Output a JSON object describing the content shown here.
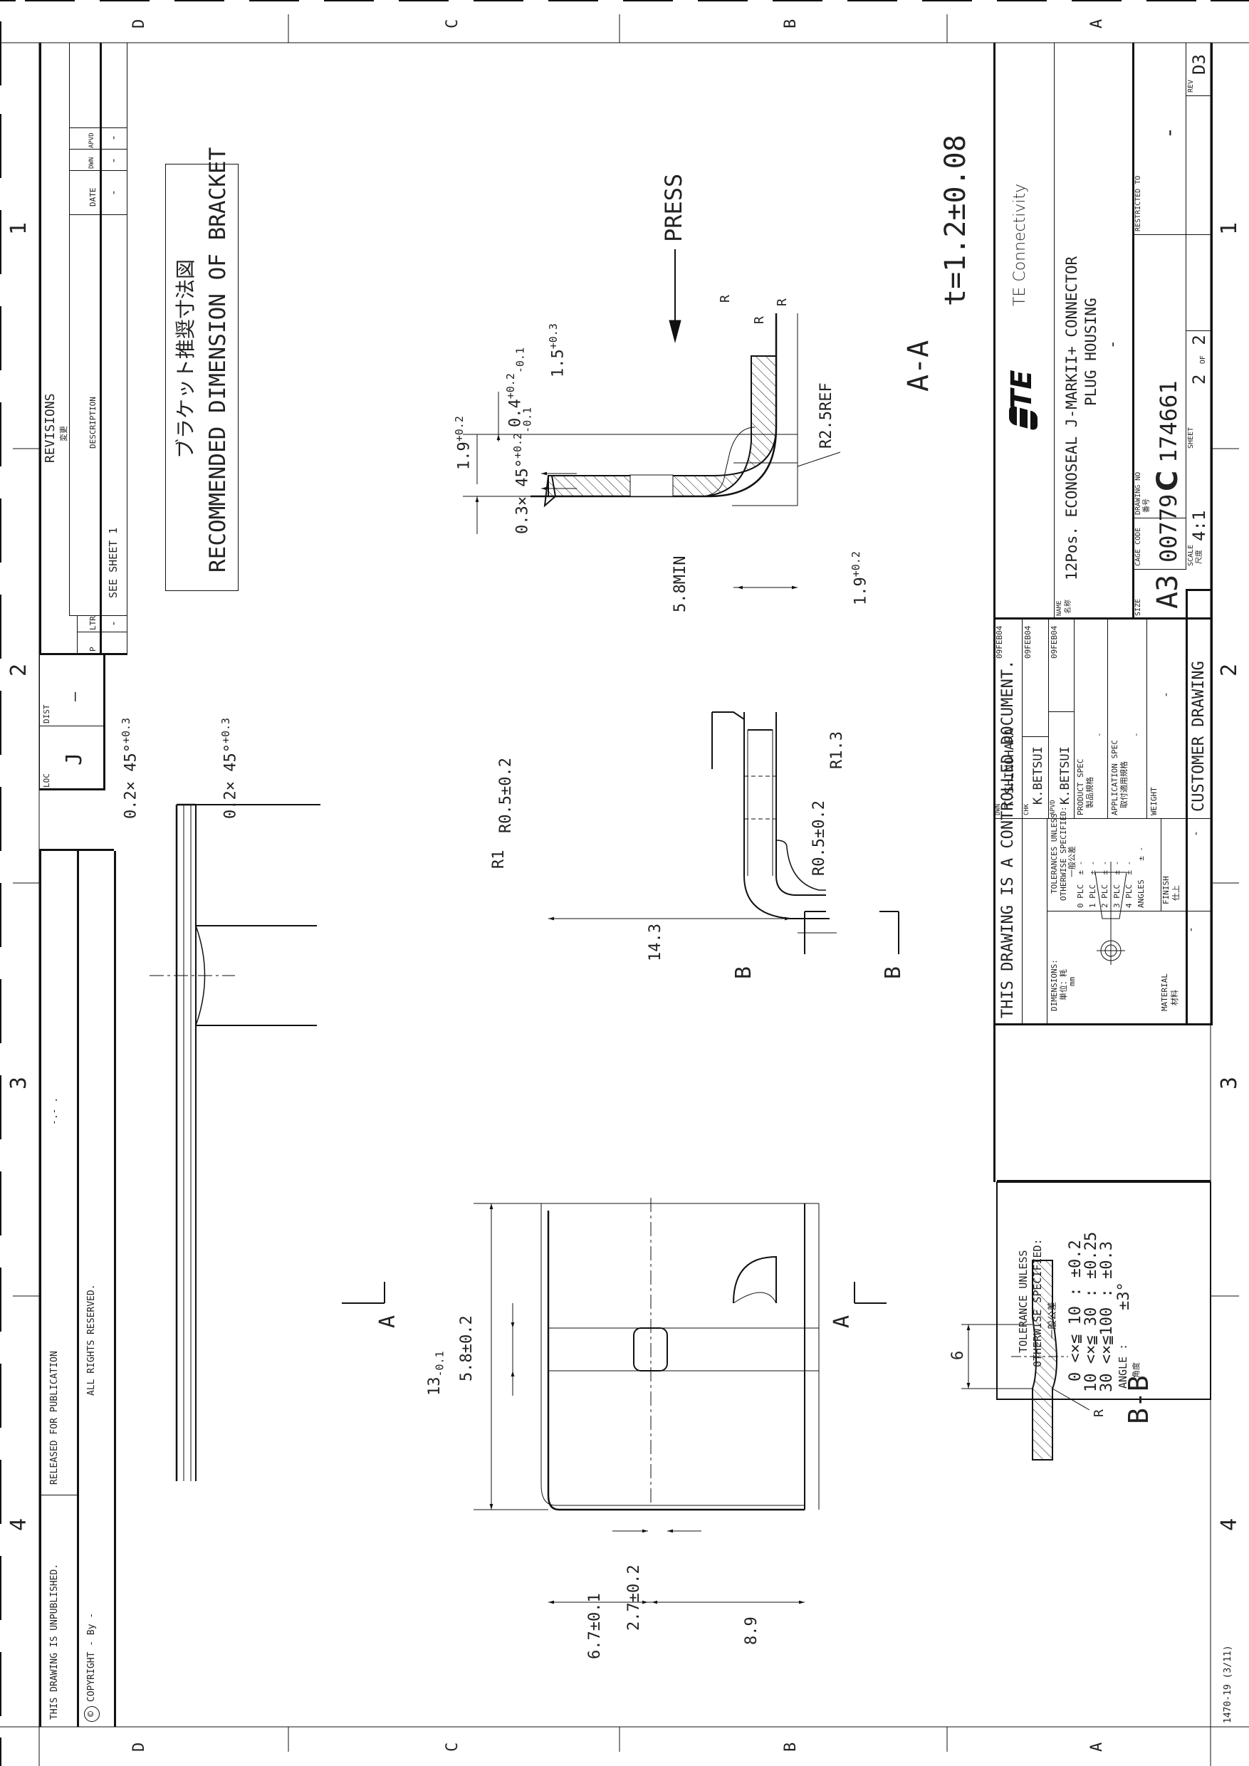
{
  "sheet": {
    "zones_horizontal": [
      "4",
      "3",
      "2",
      "1"
    ],
    "zones_vertical": [
      "D",
      "C",
      "B",
      "A"
    ],
    "form_number": "1470-19 (3/11)"
  },
  "copyright_block": {
    "unpublished": "THIS DRAWING IS UNPUBLISHED.",
    "copyright": "COPYRIGHT  -   By -",
    "released": "RELEASED FOR PUBLICATION",
    "released_value": "-.-  .",
    "rights": "ALL RIGHTS RESERVED."
  },
  "loc_dist": {
    "loc_label": "LOC",
    "loc_value": "J",
    "dist_label": "DIST",
    "dist_value": "—"
  },
  "revisions": {
    "title": "REVISIONS",
    "title_jp": "変更",
    "headers": {
      "p": "P",
      "ltr": "LTR",
      "description": "DESCRIPTION",
      "date": "DATE",
      "dwn": "DWN",
      "apvd": "APVD"
    },
    "rows": [
      {
        "p": "",
        "ltr": "-",
        "description": "SEE SHEET 1",
        "date": "-",
        "dwn": "-",
        "apvd": "-"
      }
    ]
  },
  "note": {
    "jp": "ブラケット推奨寸法図",
    "en": "RECOMMENDED DIMENSION OF BRACKET"
  },
  "section_aa": {
    "label": "A-A",
    "press": "PRESS",
    "thickness": "t=1.2±0.08",
    "dims": {
      "d1": "1.9",
      "d1_tol_upper": "+0.2",
      "d1_tol_lower": "0",
      "d2": "0.4",
      "d2_tol_upper": "+0.2",
      "d2_tol_lower": "-0.1",
      "d3": "1.5",
      "d3_tol_upper": "+0.3",
      "d3_tol_lower": "0",
      "chamfer": "0.3× 45°",
      "chamfer_tol_upper": "+0.2",
      "chamfer_tol_lower": "-0.1",
      "r1": "R",
      "r2": "R",
      "r3": "R",
      "r_ref": "R2.5REF",
      "min": "5.8MIN",
      "d4": "1.9",
      "d4_tol_upper": "+0.2",
      "d4_tol_lower": "0"
    }
  },
  "side_view": {
    "radius": "R1.3",
    "section_mark": "B"
  },
  "plan_view": {
    "section_mark": "A",
    "dims": {
      "width": "13",
      "width_tol_upper": "0",
      "width_tol_lower": "-0.1",
      "slot_width": "5.8±0.2",
      "slot_len": "2.7±0.2",
      "len1": "6.7±0.1",
      "len2": "8.9",
      "len3": "14.3",
      "r_corner": "R1",
      "r_slot1": "R0.5±0.2",
      "r_slot2": "R0.5±0.2"
    }
  },
  "end_view": {
    "chamfer1": "0.2× 45°",
    "chamfer1_tol_upper": "+0.3",
    "chamfer1_tol_lower": "0",
    "chamfer2": "0.2× 45°",
    "chamfer2_tol_upper": "+0.3",
    "chamfer2_tol_lower": "0"
  },
  "section_bb": {
    "label": "B-B",
    "dim": "6",
    "radius": "R"
  },
  "general_tolerance": {
    "title1": "TOLERANCE UNLESS",
    "title2": "OTHERWISE SPECIFIED:",
    "title_jp": "一般公差",
    "rows": [
      {
        "range": "0 <×≦  10",
        "sep": ":",
        "tol": "±0.2"
      },
      {
        "range": "10 <×≦  30",
        "sep": ":",
        "tol": "±0.25"
      },
      {
        "range": "30 <×≦100",
        "sep": ":",
        "tol": "±0.3"
      }
    ],
    "angle_label": "ANGLE  :",
    "angle_jp": "角度",
    "angle_tol": "±3°"
  },
  "title_block": {
    "controlled": "THIS DRAWING IS A CONTROLLED DOCUMENT.",
    "dimensions_label": "DIMENSIONS:",
    "dimensions_jp": "単位：粍",
    "dimensions_unit": "mm",
    "tolerances_title1": "TOLERANCES UNLESS",
    "tolerances_title2": "OTHERWISE SPECIFIED:",
    "tolerances_jp": "一般公差",
    "plc_rows": [
      {
        "label": "0 PLC",
        "value": "±  -"
      },
      {
        "label": "1 PLC",
        "value": "±  -"
      },
      {
        "label": "2 PLC",
        "value": "±  -"
      },
      {
        "label": "3 PLC",
        "value": "±  -"
      },
      {
        "label": "4 PLC",
        "value": "±  -"
      }
    ],
    "angles_label": "ANGLES",
    "angles_value": "±  -",
    "material_label": "MATERIAL",
    "material_jp": "材料",
    "material_value": "-",
    "finish_label": "FINISH",
    "finish_jp": "仕上",
    "finish_value": "-",
    "dwn_label": "DWN",
    "dwn_name": "T.SHINOHARA",
    "dwn_date": "09FEB04",
    "chk_label": "CHK",
    "chk_name": "K.BETSUI",
    "chk_date": "09FEB04",
    "apvd_label": "APVD",
    "apvd_name": "K.BETSUI",
    "apvd_date": "09FEB04",
    "product_spec_label": "PRODUCT SPEC",
    "product_spec_jp": "製品規格",
    "product_spec_value": "-",
    "application_spec_label": "APPLICATION SPEC",
    "application_spec_jp": "取付適用規格",
    "application_spec_value": "-",
    "weight_label": "WEIGHT",
    "weight_value": "-",
    "customer_drawing": "CUSTOMER DRAWING",
    "company": "TE Connectivity",
    "logo": "TE",
    "name_label": "NAME",
    "name_jp": "名称",
    "name_line1": "12Pos.  ECONOSEAL  J-MARKII+  CONNECTOR",
    "name_line2": "PLUG  HOUSING",
    "name_line3": "-",
    "size_label": "SIZE",
    "size_value": "A3",
    "cage_label": "CAGE CODE",
    "cage_value": "00779",
    "drawing_no_label": "DRAWING NO",
    "drawing_no_jp": "番号",
    "drawing_no_prefix": "C",
    "drawing_no_value": "174661",
    "restricted_label": "RESTRICTED TO",
    "restricted_value": "-",
    "scale_label": "SCALE",
    "scale_jp": "尺度",
    "scale_value": "4:1",
    "sheet_label": "SHEET",
    "sheet_value": "2",
    "sheet_of": "OF",
    "sheet_total": "2",
    "rev_label": "REV",
    "rev_value": "D3"
  }
}
